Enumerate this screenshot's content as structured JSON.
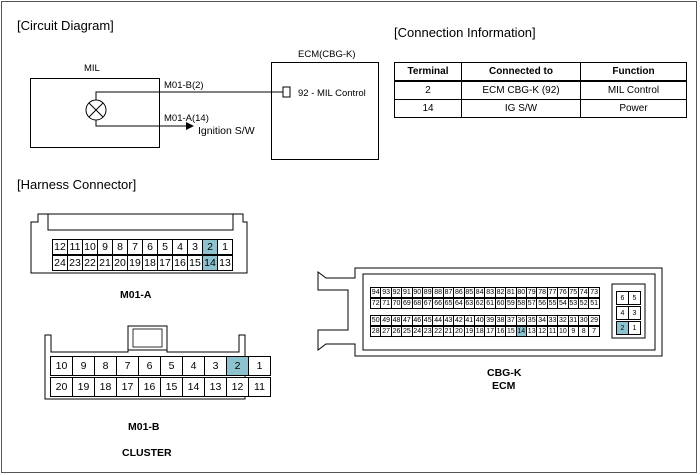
{
  "titles": {
    "circuit": "[Circuit Diagram]",
    "connection": "[Connection Information]",
    "harness": "[Harness Connector]"
  },
  "circuit": {
    "mil_label": "MIL",
    "ecm_label": "ECM(CBG-K)",
    "wire_top": "M01-B(2)",
    "wire_bottom": "M01-A(14)",
    "ignition": "Ignition S/W",
    "ecm_pin": "92 - MIL Control"
  },
  "connection_table": {
    "headers": [
      "Terminal",
      "Connected to",
      "Function"
    ],
    "rows": [
      [
        "2",
        "ECM CBG-K (92)",
        "MIL Control"
      ],
      [
        "14",
        "IG S/W",
        "Power"
      ]
    ]
  },
  "connectors": {
    "m01a": {
      "label": "M01-A",
      "row1": [
        "12",
        "11",
        "10",
        "9",
        "8",
        "7",
        "6",
        "5",
        "4",
        "3",
        "2",
        "1"
      ],
      "row2": [
        "24",
        "23",
        "22",
        "21",
        "20",
        "19",
        "18",
        "17",
        "16",
        "15",
        "14",
        "13"
      ],
      "highlight": [
        "2",
        "14"
      ]
    },
    "m01b": {
      "label": "M01-B",
      "sublabel": "CLUSTER",
      "row1": [
        "10",
        "9",
        "8",
        "7",
        "6",
        "5",
        "4",
        "3",
        "2",
        "1"
      ],
      "row2": [
        "20",
        "19",
        "18",
        "17",
        "16",
        "15",
        "14",
        "13",
        "12",
        "11"
      ],
      "highlight": [
        "2"
      ]
    },
    "ecm": {
      "label": "CBG-K",
      "sublabel": "ECM",
      "row1": [
        "94",
        "93",
        "92",
        "91",
        "90",
        "89",
        "88",
        "87",
        "86",
        "85",
        "84",
        "83",
        "82",
        "81",
        "80",
        "79",
        "78",
        "77",
        "76",
        "75",
        "74",
        "73"
      ],
      "row2": [
        "72",
        "71",
        "70",
        "69",
        "68",
        "67",
        "66",
        "65",
        "64",
        "63",
        "62",
        "61",
        "60",
        "59",
        "58",
        "57",
        "56",
        "55",
        "54",
        "53",
        "52",
        "51"
      ],
      "row3": [
        "50",
        "49",
        "48",
        "47",
        "46",
        "45",
        "44",
        "43",
        "42",
        "41",
        "40",
        "39",
        "38",
        "37",
        "36",
        "35",
        "34",
        "33",
        "32",
        "31",
        "30",
        "29"
      ],
      "row4": [
        "28",
        "27",
        "26",
        "25",
        "24",
        "23",
        "22",
        "21",
        "20",
        "19",
        "18",
        "17",
        "16",
        "15",
        "14",
        "13",
        "12",
        "11",
        "10",
        "9",
        "8",
        "7"
      ],
      "side": [
        [
          "6",
          "5"
        ],
        [
          "4",
          "3"
        ],
        [
          "2",
          "1"
        ]
      ],
      "highlight": [
        "14",
        "2"
      ]
    }
  },
  "colors": {
    "highlight": "#8cc3cf"
  }
}
